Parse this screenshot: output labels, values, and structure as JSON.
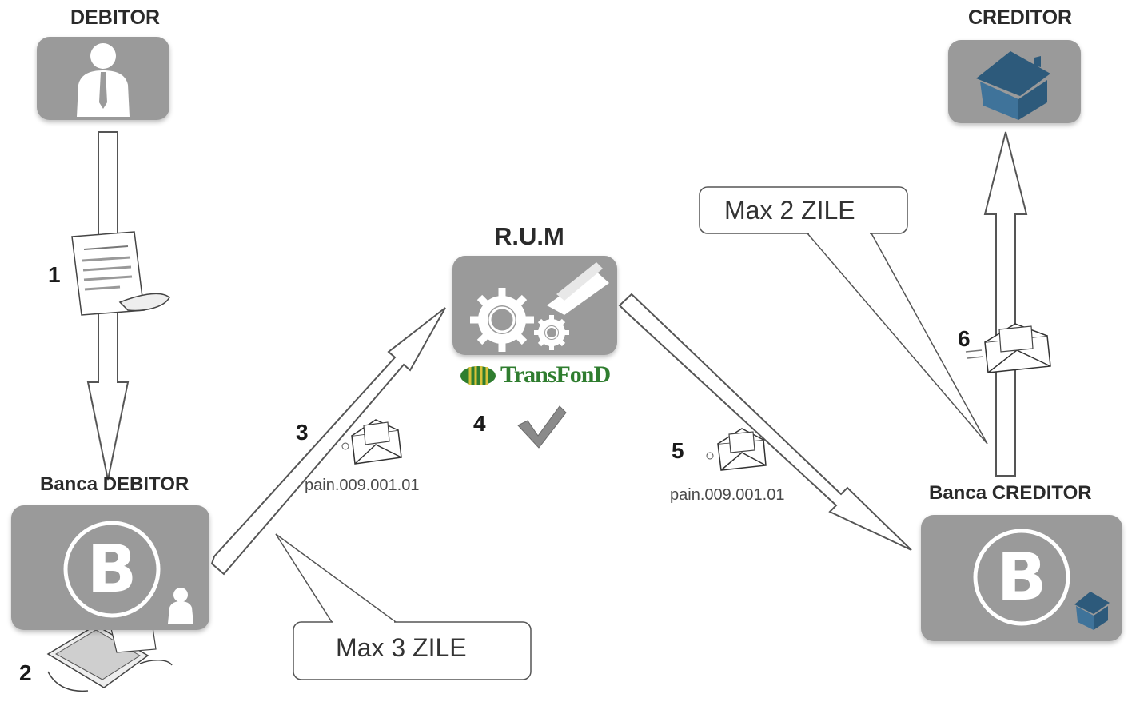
{
  "nodes": {
    "debitor": {
      "label": "DEBITOR"
    },
    "creditor": {
      "label": "CREDITOR"
    },
    "rum": {
      "label": "R.U.M"
    },
    "banca_debitor": {
      "label": "Banca DEBITOR"
    },
    "banca_creditor": {
      "label": "Banca CREDITOR"
    }
  },
  "transfond": {
    "logo_text": "TransFonD"
  },
  "steps": {
    "s1": "1",
    "s2": "2",
    "s3": "3",
    "s4": "4",
    "s5": "5",
    "s6": "6"
  },
  "messages": {
    "m3": "pain.009.001.01",
    "m5": "pain.009.001.01"
  },
  "callouts": {
    "max3": "Max 3 ZILE",
    "max2": "Max 2 ZILE"
  },
  "colors": {
    "tile": "#9a9a9a",
    "house": "#3a6a8e",
    "transfond_green": "#2f7d2f"
  }
}
